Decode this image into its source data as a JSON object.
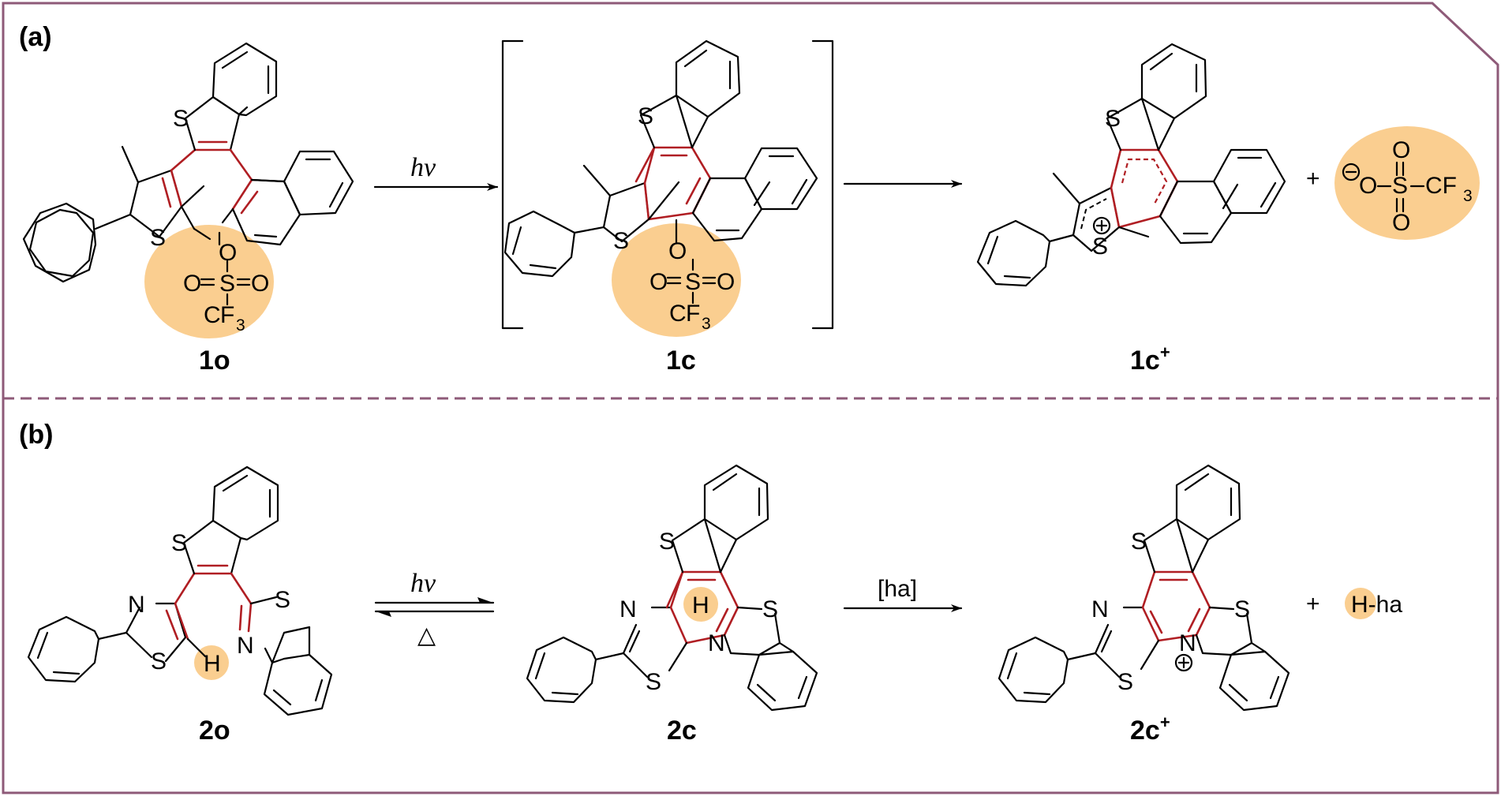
{
  "panels": {
    "a": "(a)",
    "b": "(b)"
  },
  "colors": {
    "frame": "#8e5a78",
    "divider": "#8e5a78",
    "highlight": "#f9c67d",
    "reactive_bonds": "#b01e23"
  },
  "panel_a": {
    "compounds": {
      "open": "1o",
      "closed": "1c",
      "cation": "1c",
      "cation_charge": "+"
    },
    "arrow1_label": "hν",
    "plus": "+",
    "triflate": {
      "O": "O",
      "S": "S",
      "CF3": "CF",
      "sub3": "3",
      "charge": "⊖",
      "O_dbl": "O"
    },
    "atoms": {
      "S": "S",
      "O": "O",
      "C": "C",
      "F": "F"
    }
  },
  "panel_b": {
    "compounds": {
      "open": "2o",
      "closed": "2c",
      "cation": "2c",
      "cation_charge": "+"
    },
    "arrow1_label": "hν",
    "arrow1_back_label": "△",
    "arrow2_label": "[ha]",
    "plus": "+",
    "byproduct": "H-ha",
    "atoms": {
      "S": "S",
      "N": "N",
      "H": "H",
      "plus_charge": "⊕"
    }
  }
}
